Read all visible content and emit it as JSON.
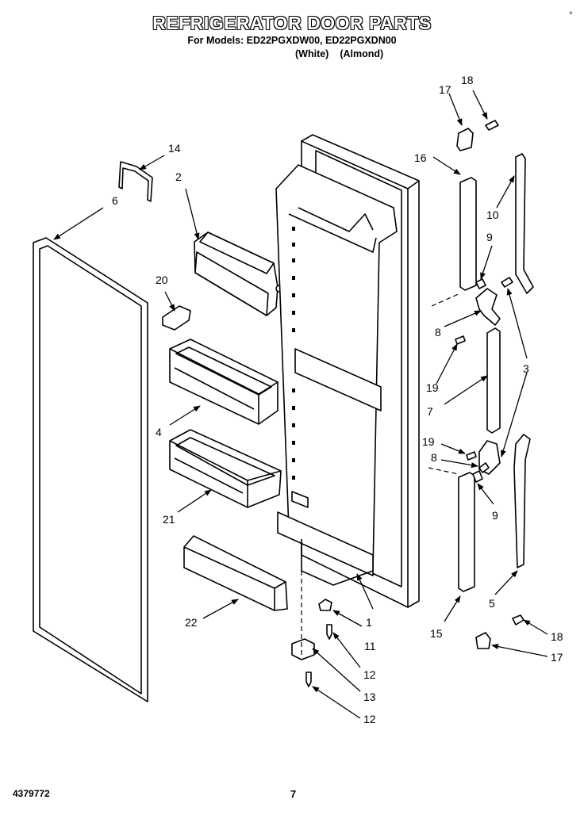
{
  "header": {
    "title": "REFRIGERATOR DOOR PARTS",
    "models": "For Models: ED22PGXDW00, ED22PGXDN00",
    "color_white": "(White)",
    "color_almond": "(Almond)"
  },
  "footer": {
    "doc_number": "4379772",
    "page_number": "7"
  },
  "callouts": [
    {
      "id": "c1",
      "label": "1"
    },
    {
      "id": "c2",
      "label": "2"
    },
    {
      "id": "c3",
      "label": "3"
    },
    {
      "id": "c4",
      "label": "4"
    },
    {
      "id": "c5",
      "label": "5"
    },
    {
      "id": "c6",
      "label": "6"
    },
    {
      "id": "c7",
      "label": "7"
    },
    {
      "id": "c8a",
      "label": "8"
    },
    {
      "id": "c8b",
      "label": "8"
    },
    {
      "id": "c9a",
      "label": "9"
    },
    {
      "id": "c9b",
      "label": "9"
    },
    {
      "id": "c10",
      "label": "10"
    },
    {
      "id": "c11",
      "label": "11"
    },
    {
      "id": "c12a",
      "label": "12"
    },
    {
      "id": "c12b",
      "label": "12"
    },
    {
      "id": "c13",
      "label": "13"
    },
    {
      "id": "c14",
      "label": "14"
    },
    {
      "id": "c15",
      "label": "15"
    },
    {
      "id": "c16",
      "label": "16"
    },
    {
      "id": "c17a",
      "label": "17"
    },
    {
      "id": "c17b",
      "label": "17"
    },
    {
      "id": "c18a",
      "label": "18"
    },
    {
      "id": "c18b",
      "label": "18"
    },
    {
      "id": "c19a",
      "label": "19"
    },
    {
      "id": "c19b",
      "label": "19"
    },
    {
      "id": "c20",
      "label": "20"
    },
    {
      "id": "c21",
      "label": "21"
    },
    {
      "id": "c22",
      "label": "22"
    }
  ]
}
